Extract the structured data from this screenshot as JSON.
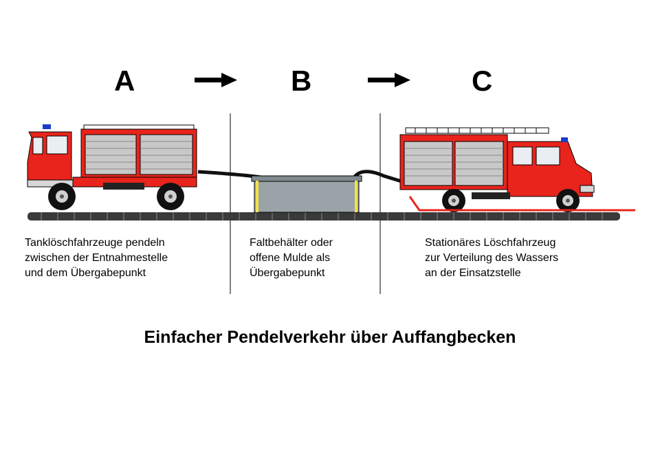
{
  "stations": [
    {
      "letter": "A",
      "lines": [
        "Tanklöschfahrzeuge pendeln",
        "zwischen der Entnahmestelle",
        "und dem Übergabepunkt"
      ]
    },
    {
      "letter": "B",
      "lines": [
        "Faltbehälter oder",
        "offene Mulde als",
        "Übergabepunkt"
      ]
    },
    {
      "letter": "C",
      "lines": [
        "Stationäres Löschfahrzeug",
        "zur Verteilung des Wassers",
        "an der Einsatzstelle"
      ]
    }
  ],
  "caption": "Einfacher Pendelverkehr über Auffangbecken",
  "colors": {
    "truck_red": "#e8241c",
    "shutter_grey": "#c8c8c8",
    "basin_grey": "#9aa4a8",
    "hose": "#111111",
    "beacon_blue": "#1a3cc8"
  }
}
